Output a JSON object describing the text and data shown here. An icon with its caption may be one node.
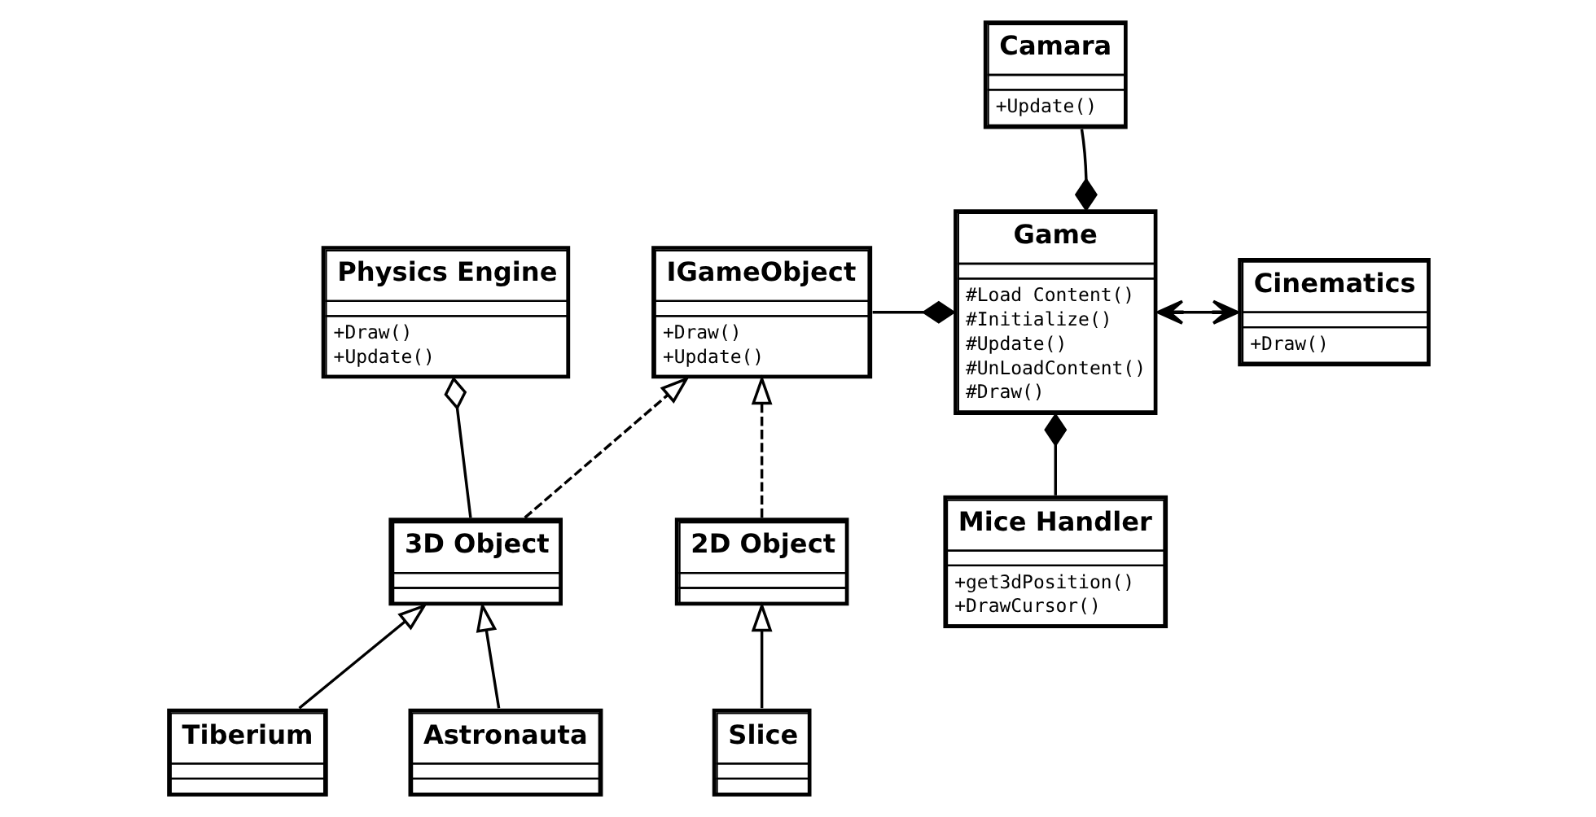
{
  "diagram": {
    "nodes": [
      {
        "text": [
          "Camara",
          "+Update()"
        ]
      },
      {
        "text": [
          "Physics Engine",
          "+Draw()",
          "+Update()"
        ]
      },
      {
        "text": [
          "IGameObject",
          "+Draw()",
          "+Update()"
        ]
      },
      {
        "text": [
          "Game",
          "#Load Content()",
          "#Initialize()",
          "#Update()",
          "#UnLoadContent()",
          "#Draw()"
        ]
      },
      {
        "text": [
          "Cinematics",
          "+Draw()"
        ]
      },
      {
        "text": [
          "3D Object"
        ]
      },
      {
        "text": [
          "2D Object"
        ]
      },
      {
        "text": [
          "Mice Handler",
          "+get3dPosition()",
          "+DrawCursor()"
        ]
      },
      {
        "text": [
          "Tiberium"
        ]
      },
      {
        "text": [
          "Astronauta"
        ]
      },
      {
        "text": [
          "Slice"
        ]
      }
    ],
    "edges": [
      {
        "from": 0,
        "to": 3,
        "arrow": "other"
      },
      {
        "from": 2,
        "to": 3,
        "arrow": "other"
      },
      {
        "from": 7,
        "to": 3,
        "arrow": "other"
      },
      {
        "from": 3,
        "to": 4,
        "arrow": "both"
      },
      {
        "from": 5,
        "to": 1,
        "arrow": "other"
      },
      {
        "from": 5,
        "to": 2,
        "arrow": "to",
        "style": "dashed"
      },
      {
        "from": 6,
        "to": 2,
        "arrow": "to",
        "style": "dashed"
      },
      {
        "from": 8,
        "to": 5,
        "arrow": "to"
      },
      {
        "from": 9,
        "to": 5,
        "arrow": "to"
      },
      {
        "from": 10,
        "to": 6,
        "arrow": "to"
      }
    ]
  }
}
